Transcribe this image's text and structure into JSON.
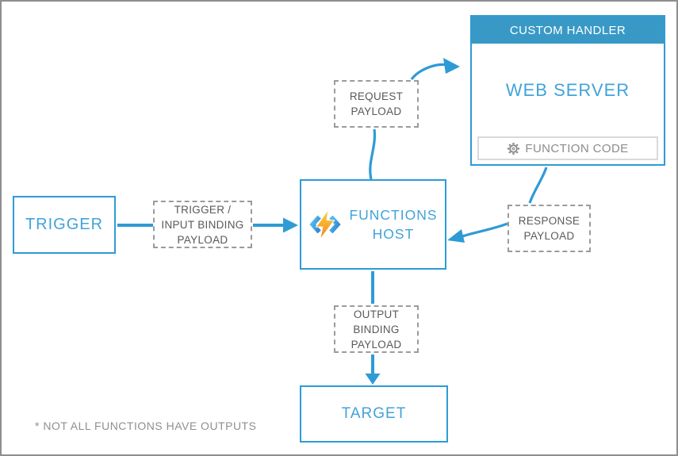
{
  "colors": {
    "accent_blue": "#2e9bd5",
    "header_blue": "#3999c6",
    "text_blue": "#41a3d9",
    "dashed_border_gray": "#9b9b9b",
    "payload_text_gray": "#595959",
    "muted_gray": "#8c8c8c",
    "bolt_yellow": "#fcd116",
    "bolt_orange": "#f78c1e"
  },
  "nodes": {
    "trigger": {
      "label": "TRIGGER"
    },
    "trigger_payload": {
      "lines": [
        "TRIGGER /",
        "INPUT BINDING",
        "PAYLOAD"
      ]
    },
    "functions_host": {
      "lines": [
        "FUNCTIONS",
        "HOST"
      ]
    },
    "request_payload": {
      "lines": [
        "REQUEST",
        "PAYLOAD"
      ]
    },
    "custom_handler": {
      "header": "CUSTOM HANDLER",
      "title": "WEB SERVER",
      "function_code": "FUNCTION CODE"
    },
    "response_payload": {
      "lines": [
        "RESPONSE",
        "PAYLOAD"
      ]
    },
    "output_payload": {
      "lines": [
        "OUTPUT",
        "BINDING",
        "PAYLOAD"
      ]
    },
    "target": {
      "label": "TARGET"
    }
  },
  "edges": [
    {
      "from": "trigger",
      "to": "trigger-input-binding-payload"
    },
    {
      "from": "trigger-input-binding-payload",
      "to": "functions-host"
    },
    {
      "from": "functions-host",
      "to": "request-payload"
    },
    {
      "from": "request-payload",
      "to": "custom-handler-web-server"
    },
    {
      "from": "custom-handler-web-server",
      "to": "response-payload"
    },
    {
      "from": "response-payload",
      "to": "functions-host"
    },
    {
      "from": "functions-host",
      "to": "output-binding-payload"
    },
    {
      "from": "output-binding-payload",
      "to": "target"
    }
  ],
  "footnote": "* NOT ALL FUNCTIONS HAVE OUTPUTS",
  "icons": {
    "functions_host": "azure-functions-lightning-icon",
    "function_code": "gear-icon"
  }
}
